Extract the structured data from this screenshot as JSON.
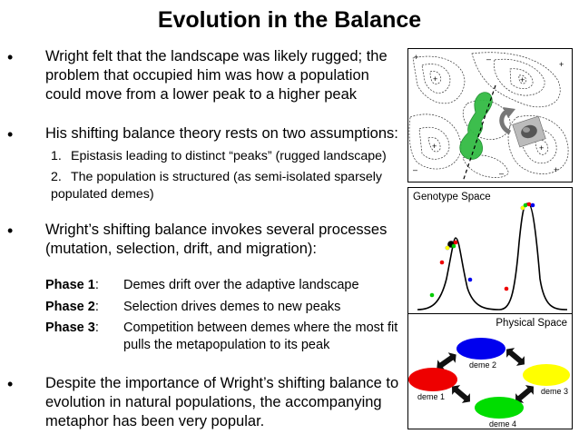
{
  "title": "Evolution in the Balance",
  "bullets": [
    "Wright felt that the landscape was likely rugged; the problem that occupied him was how a population could move from a lower peak to a higher peak",
    "His shifting balance theory rests on two assumptions:",
    "Wright’s shifting balance invokes several processes (mutation, selection, drift, and migration):",
    "Despite the importance of Wright’s shifting balance to evolution in natural populations, the accompanying metaphor has been very popular."
  ],
  "bullet_glyph": "•",
  "assumptions": [
    {
      "num": "1.",
      "text": "Epistasis leading to distinct “peaks” (rugged landscape)"
    },
    {
      "num": "2.",
      "text": "The population is structured (as semi-isolated sparsely populated demes)"
    }
  ],
  "phases": [
    {
      "label": "Phase 1",
      "text": "Demes drift over the adaptive landscape"
    },
    {
      "label": "Phase 2",
      "text": "Selection drives demes to new peaks"
    },
    {
      "label": "Phase 3",
      "text": "Competition between demes where the most fit pulls the metapopulation to its peak"
    }
  ],
  "phase_sep": ":",
  "genotype_panel": {
    "label": "Genotype Space"
  },
  "physical_panel": {
    "label": "Physical Space",
    "demes": [
      {
        "name": "deme 1",
        "color": "#ee0000"
      },
      {
        "name": "deme 2",
        "color": "#0000ee"
      },
      {
        "name": "deme 3",
        "color": "#ffff00"
      },
      {
        "name": "deme 4",
        "color": "#00dd00"
      }
    ]
  },
  "landscape_marks": {
    "plus": "+",
    "minus": "–"
  },
  "colors": {
    "region_green": "#33bb44"
  }
}
